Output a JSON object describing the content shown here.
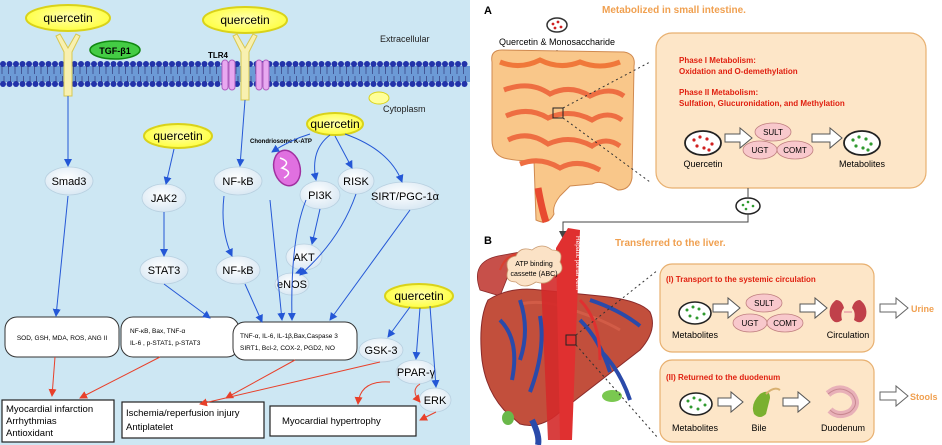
{
  "left": {
    "extracellular": "Extracellular",
    "cytoplasm": "Cytoplasm",
    "quercetin": "quercetin",
    "tgf": "TGF-β1",
    "tlr4": "TLR4",
    "chondriosome": "Chondriosome K-ATP",
    "smad3": "Smad3",
    "jak2": "JAK2",
    "stat3": "STAT3",
    "nfkb": "NF-kB",
    "pi3k": "PI3K",
    "risk": "RISK",
    "sirt": "SIRT/PGC-1α",
    "akt": "AKT",
    "enos": "eNOS",
    "gsk3": "GSK-3",
    "ppar": "PPAR-γ",
    "erk": "ERK",
    "box1": "SOD, GSH, MDA, ROS, ANG II",
    "box2_l1": "NF-κB, Bax, TNF-α",
    "box2_l2": "IL-6 , p-STAT1, p-STAT3",
    "box3_l1": "TNF-α, IL-6, IL-1β,Bax,Caspase 3",
    "box3_l2": "SIRT1, Bcl-2, COX-2, PGD2, NO",
    "out1_l1": "Myocardial infarction",
    "out1_l2": "Arrhythmias",
    "out1_l3": "Antioxidant",
    "out2_l1": "Ischemia/reperfusion injury",
    "out2_l2": "Antiplatelet",
    "out3": "Myocardial hypertrophy"
  },
  "right": {
    "label_a": "A",
    "label_b": "B",
    "title_a": "Metabolized in small intestine.",
    "title_b": "Transferred  to the liver.",
    "quercetin_mono": "Quercetin & Monosaccharide",
    "phase1_l1": "Phase I Metabolism:",
    "phase1_l2": "Oxidation and O-demethylation",
    "phase2_l1": "Phase II Metabolism:",
    "phase2_l2": "Sulfation, Glucuronidation, and Methylation",
    "sult": "SULT",
    "ugt": "UGT",
    "comt": "COMT",
    "quercetin": "Quercetin",
    "metabolites": "Metabolites",
    "atp_l1": "ATP binding",
    "atp_l2": "cassette (ABC)",
    "hepatic": "Hepatic portal vein",
    "transport": "(I) Transport to the systemic circulation",
    "returned": "(II) Returned to the duodenum",
    "circulation": "Circulation",
    "bile": "Bile",
    "duodenum": "Duodenum",
    "urine": "Urine",
    "stools": "Stools"
  },
  "colors": {
    "panel_bg": "#cde7f3",
    "quercetin_fill": "#ffff66",
    "quercetin_stroke": "#d9d21a",
    "tgf_fill": "#44cc44",
    "arrow_blue": "#2457d6",
    "arrow_red": "#e8402a",
    "membrane": "#2233aa",
    "orange_title": "#f0a050",
    "red_text": "#e02010",
    "box_fill": "#fde6c8",
    "box_stroke": "#e8b070"
  }
}
